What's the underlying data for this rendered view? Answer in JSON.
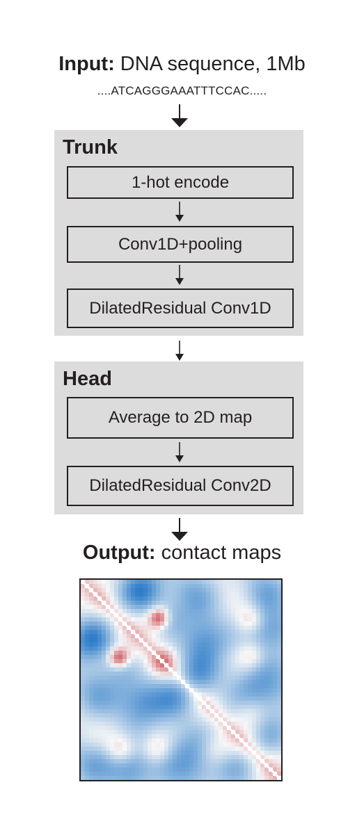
{
  "input": {
    "label": "Input:",
    "text": "DNA sequence, 1Mb",
    "sequence": "....ATCAGGGAAATTTCCAC....."
  },
  "trunk": {
    "title": "Trunk",
    "steps": [
      "1-hot encode",
      "Conv1D+pooling",
      "DilatedResidual Conv1D"
    ]
  },
  "head": {
    "title": "Head",
    "steps": [
      "Average to 2D map",
      "DilatedResidual Conv2D"
    ]
  },
  "output": {
    "label": "Output:",
    "text": "contact maps"
  },
  "colors": {
    "panel": "#dcdcdc",
    "stroke": "#231f20",
    "heat_low": "#2b7bc8",
    "heat_mid": "#f7f7f7",
    "heat_high": "#c0202a"
  }
}
